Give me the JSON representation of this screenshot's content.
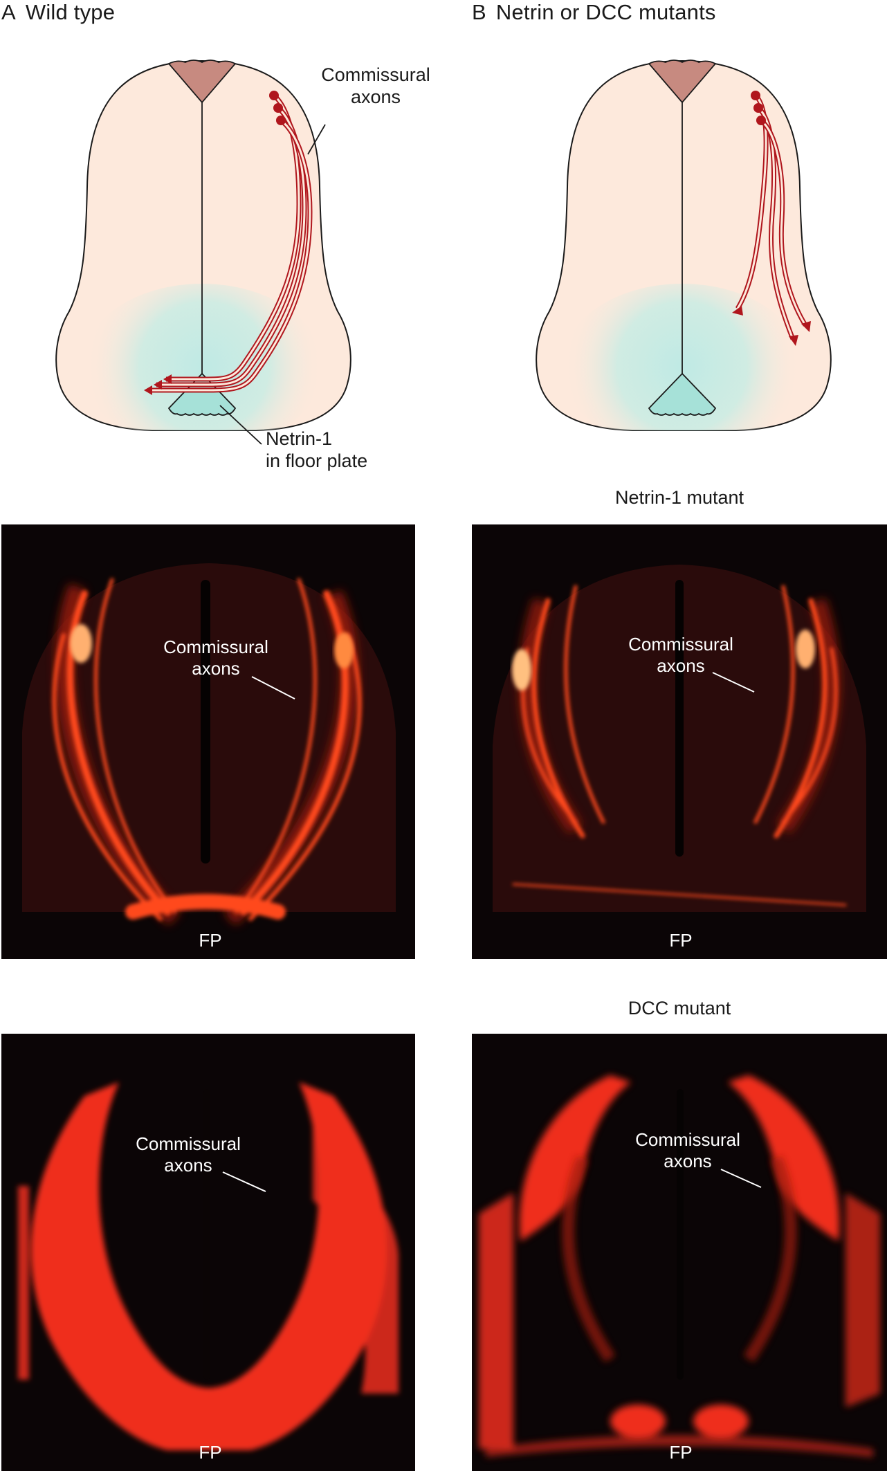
{
  "panels": {
    "a": {
      "letter": "A",
      "title": "Wild type"
    },
    "b": {
      "letter": "B",
      "title": "Netrin or DCC mutants"
    }
  },
  "diagram_labels": {
    "commissural_line1": "Commissural",
    "commissural_line2": "axons",
    "netrin_line1": "Netrin-1",
    "netrin_line2": "in floor plate"
  },
  "micrographs": {
    "netrin1_mutant_title": "Netrin-1 mutant",
    "dcc_mutant_title": "DCC mutant",
    "label_line1": "Commissural",
    "label_line2": "axons",
    "floor_plate": "FP"
  },
  "colors": {
    "tissue": "#fde9dc",
    "roof_plate": "#c78a80",
    "floor_plate": "#a6e1d8",
    "netrin_gradient": "#bfeae4",
    "axon": "#b0161d",
    "micrograph_bg": "#0b0506",
    "fluor_stain": "#ff3a1a"
  }
}
